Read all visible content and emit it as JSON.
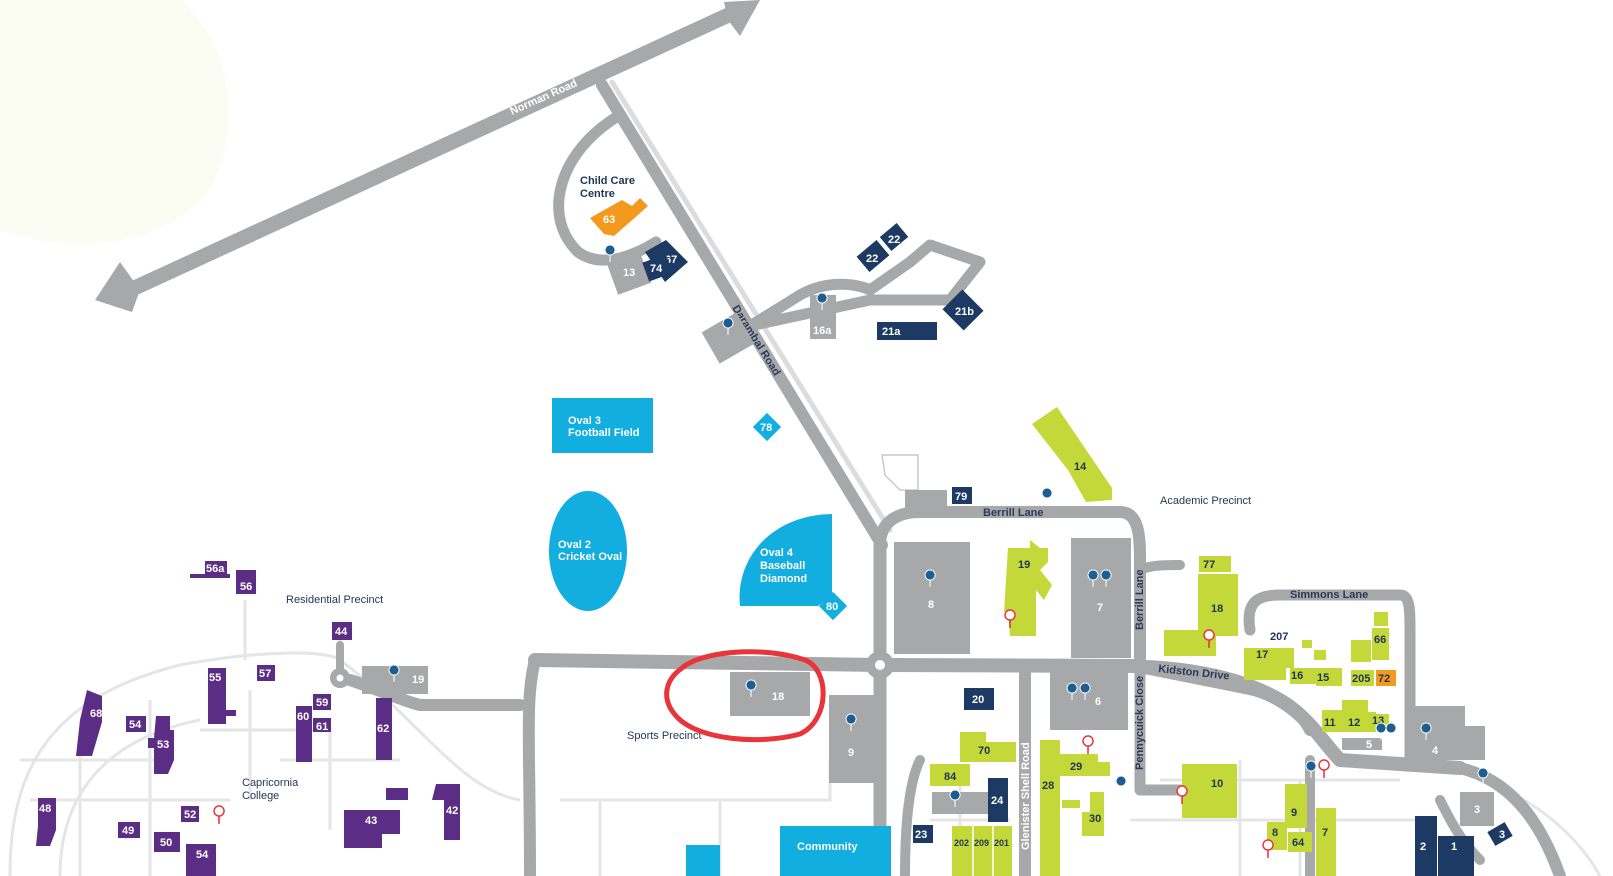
{
  "roads": {
    "norman": "Norman Road",
    "darambal": "Darambal Road",
    "berrill_lane": "Berrill Lane",
    "berrill_lane_v": "Berrill Lane",
    "kidston": "Kidston Drive",
    "simmons": "Simmons Lane",
    "pennycuick": "Pennycuick Close",
    "glenister": "Glenister Shell Road"
  },
  "precincts": {
    "academic": "Academic Precinct",
    "residential": "Residential Precinct",
    "sports": "Sports Precinct"
  },
  "places": {
    "childcare_1": "Child Care",
    "childcare_2": "Centre",
    "capricornia_1": "Capricornia",
    "capricornia_2": "College",
    "oval3_1": "Oval 3",
    "oval3_2": "Football Field",
    "oval2_1": "Oval 2",
    "oval2_2": "Cricket Oval",
    "oval4_1": "Oval 4",
    "oval4_2": "Baseball",
    "oval4_3": "Diamond",
    "community": "Community"
  },
  "buildings": {
    "b63": "63",
    "b13": "13",
    "b74": "74",
    "b67": "67",
    "b22a": "22",
    "b22b": "22",
    "b21a": "21a",
    "b21b": "21b",
    "b16a": "16a",
    "b78": "78",
    "b79": "79",
    "b14": "14",
    "b19": "19",
    "b8": "8",
    "b7": "7",
    "b77": "77",
    "b18": "18",
    "b207": "207",
    "b17": "17",
    "b16": "16",
    "b15": "15",
    "b66": "66",
    "b205": "205",
    "b72": "72",
    "b11": "11",
    "b12": "12",
    "b13e": "13",
    "b5": "5",
    "b4": "4",
    "b80": "80",
    "b18s": "18",
    "b9": "9",
    "b20": "20",
    "b6": "6",
    "b70": "70",
    "b84": "84",
    "b24": "24",
    "b28": "28",
    "b29": "29",
    "b30": "30",
    "b10": "10",
    "b9e": "9",
    "b8e": "8",
    "b64": "64",
    "b7e": "7",
    "b3a": "3",
    "b3b": "3",
    "b2": "2",
    "b1": "1",
    "b23": "23",
    "b202": "202",
    "b209": "209",
    "b201": "201",
    "b19r": "19",
    "b44": "44",
    "b56a": "56a",
    "b56": "56",
    "b55": "55",
    "b57": "57",
    "b59": "59",
    "b60": "60",
    "b61": "61",
    "b62": "62",
    "b68": "68",
    "b54": "54",
    "b53": "53",
    "b48": "48",
    "b52": "52",
    "b43": "43",
    "b42": "42",
    "b49": "49",
    "b50": "50",
    "b51": "54"
  },
  "colors": {
    "road": "#a7a8aa",
    "academic": "#c4d83a",
    "residential": "#5c2d84",
    "admin": "#1c3a63",
    "sports": "#12aee0",
    "childcare": "#f39a1e",
    "highlight": "#e8343a"
  }
}
